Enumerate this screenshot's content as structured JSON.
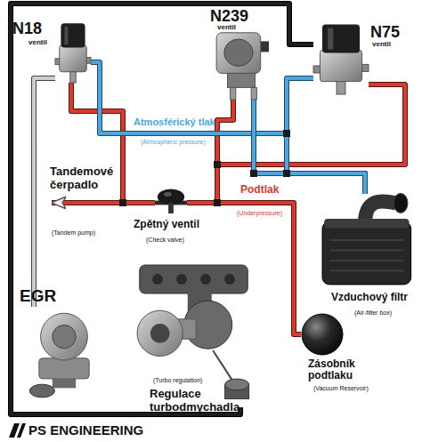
{
  "diagram": {
    "nodes": [
      {
        "text": [
          "N18",
          "ventil"
        ]
      },
      {
        "text": [
          "N239",
          "ventil"
        ]
      },
      {
        "text": [
          "N75",
          "ventil"
        ]
      },
      {
        "text": [
          "Tandemové čerpadlo",
          "(Tandem pump)"
        ]
      },
      {
        "text": [
          "Zpětný ventil",
          "(Check valve)"
        ]
      },
      {
        "text": [
          "Vzduchový filtr",
          "(Air-filter box)"
        ]
      },
      {
        "text": [
          "EGR"
        ]
      },
      {
        "text": [
          "(Turbo regulation)",
          "Regulace turbodmychadla"
        ]
      },
      {
        "text": [
          "Zásobník podtlaku",
          "(Vacuum Reservoir)"
        ]
      }
    ],
    "edges": [
      {
        "from": 0,
        "to": 6,
        "arrow": "none"
      },
      {
        "from": 2,
        "to": 7,
        "arrow": "none"
      },
      {
        "from": 0,
        "to": 3,
        "arrow": "to"
      },
      {
        "from": 4,
        "to": 3,
        "arrow": "to"
      },
      {
        "from": 4,
        "to": 1,
        "arrow": "none"
      },
      {
        "from": 4,
        "to": 2,
        "arrow": "none"
      },
      {
        "from": 4,
        "to": 8,
        "arrow": "none"
      },
      {
        "from": 0,
        "to": 5,
        "arrow": "none"
      },
      {
        "from": 1,
        "to": 5,
        "arrow": "none"
      },
      {
        "from": 2,
        "to": 5,
        "arrow": "none"
      }
    ],
    "labels": [
      "Atmosférický tlak",
      "(Atmospheric pressure)",
      "Podtlak",
      "(Underpressure)",
      "PS ENGINEERING"
    ]
  }
}
